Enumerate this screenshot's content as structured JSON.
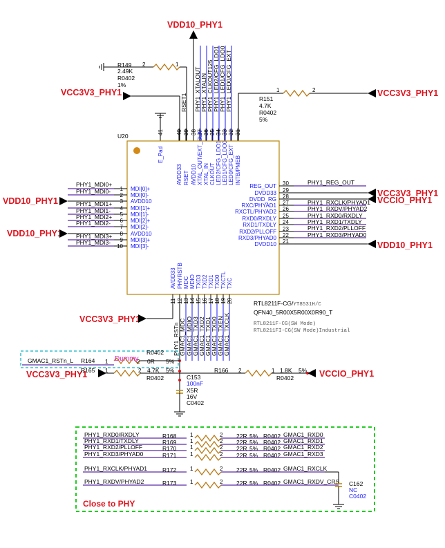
{
  "power": {
    "vdd10_top": "VDD10_PHY1",
    "vcc3v3_r149": "VCC3V3_PHY1",
    "vcc3v3_r151": "VCC3V3_PHY1",
    "vdd10_left1": "VDD10_PHY1",
    "vdd10_left2": "VDD10_PHY1",
    "vcc3v3_right": "VCC3V3_PHY1",
    "vccio_right": "VCCIO_PHY1",
    "vdd10_right": "VDD10_PHY1",
    "vcc3v3_rst": "VCC3V3_PHY1",
    "vccio_bottom": "VCCIO_PHY1",
    "vcc3v3_r165": "VCC3V3_PHY1"
  },
  "chip": {
    "ref": "U20",
    "part": "RTL8211F-CG/",
    "alt_part": "YT8531H/C",
    "package": "QFN40_5R00X5R00X0R90_T",
    "note1": "RTL8211F-CG(SW Mode)",
    "note2": "RTL8211FI-CG(SW Mode)Industrial",
    "top_pins": [
      {
        "num": "41",
        "name": "E_Pad"
      },
      {
        "num": "40",
        "name": "AVDD33"
      },
      {
        "num": "39",
        "name": "RSET"
      },
      {
        "num": "38",
        "name": "AVDD10"
      },
      {
        "num": "37",
        "name": "XTAL_OUT/EXT_CLK"
      },
      {
        "num": "36",
        "name": "XTAL_IN"
      },
      {
        "num": "35",
        "name": "CLKOUT"
      },
      {
        "num": "34",
        "name": "LED2/CFG_LDO1"
      },
      {
        "num": "33",
        "name": "LED1/CFG_LDO0"
      },
      {
        "num": "32",
        "name": "LED0/CFG_EXT"
      },
      {
        "num": "31",
        "name": "INTB/PMEB"
      }
    ],
    "left_pins": [
      {
        "num": "1",
        "name": "MDI[0]+"
      },
      {
        "num": "2",
        "name": "MDI[0]-"
      },
      {
        "num": "3",
        "name": "AVDD10"
      },
      {
        "num": "4",
        "name": "MDI[1]+"
      },
      {
        "num": "5",
        "name": "MDI[1]-"
      },
      {
        "num": "6",
        "name": "MDI[2]+"
      },
      {
        "num": "7",
        "name": "MDI[2]-"
      },
      {
        "num": "8",
        "name": "AVDD10"
      },
      {
        "num": "9",
        "name": "MDI[3]+"
      },
      {
        "num": "10",
        "name": "MDI[3]-"
      }
    ],
    "right_pins": [
      {
        "num": "30",
        "name": "REG_OUT"
      },
      {
        "num": "29",
        "name": "DVDD33"
      },
      {
        "num": "28",
        "name": "DVDD_RG"
      },
      {
        "num": "27",
        "name": "RXC/PHYAD1"
      },
      {
        "num": "26",
        "name": "RXCTL/PHYAD2"
      },
      {
        "num": "25",
        "name": "RXD0/RXDLY"
      },
      {
        "num": "24",
        "name": "RXD1/TXDLY"
      },
      {
        "num": "23",
        "name": "RXD2/PLLOFF"
      },
      {
        "num": "22",
        "name": "RXD3/PHYAD0"
      },
      {
        "num": "21",
        "name": "DVDD10"
      }
    ],
    "bottom_pins": [
      {
        "num": "11",
        "name": "AVDD33"
      },
      {
        "num": "12",
        "name": "PHYRSTB"
      },
      {
        "num": "13",
        "name": "MDC"
      },
      {
        "num": "14",
        "name": "MDIO"
      },
      {
        "num": "15",
        "name": "TXD3"
      },
      {
        "num": "16",
        "name": "TXD2"
      },
      {
        "num": "17",
        "name": "TXD1"
      },
      {
        "num": "18",
        "name": "TXD0"
      },
      {
        "num": "19",
        "name": "TXCTL"
      },
      {
        "num": "20",
        "name": "TXC"
      }
    ]
  },
  "top_nets": [
    "RSET1",
    "PHY1_XTALOUT",
    "PHY1_XTALIN",
    "PHY1_CLKOUT125",
    "PHY1_LED2/CFG_LDO1",
    "PHY1_LED1/CFG_LDO0",
    "PHY1_LED0/CFG_EXT"
  ],
  "left_nets": [
    "PHY1_MDI0+",
    "PHY1_MDI0-",
    "PHY1_MDI1+",
    "PHY1_MDI1-",
    "PHY1_MDI2+",
    "PHY1_MDI2-",
    "PHY1_MDI3+",
    "PHY1_MDI3-"
  ],
  "right_nets": [
    "PHY1_REG_OUT",
    "PHY1_RXCLK/PHYAD1",
    "PHY1_RXDV/PHYAD2",
    "PHY1_RXD0/RXDLY",
    "PHY1_RXD1/TXDLY",
    "PHY1_RXD2/PLLOFF",
    "PHY1_RXD3/PHYAD0"
  ],
  "bottom_nets": [
    "PHY1_RSTn",
    "GMAC1_MDC",
    "GMAC1_MDIO",
    "GMAC1_TXD3",
    "GMAC1_TXD2",
    "GMAC1_TXD1",
    "GMAC1_TXD0",
    "GMAC1_TXEN",
    "GMAC1_TXCLK"
  ],
  "r149": {
    "ref": "R149",
    "value": "2.49K",
    "pkg": "R0402",
    "tol": "1%",
    "pin2": "2",
    "pin1": "1"
  },
  "r151": {
    "ref": "R151",
    "value": "4.7K",
    "pkg": "R0402",
    "tol": "5%",
    "pin1": "1",
    "pin2": "2"
  },
  "r164": {
    "net": "GMAC1_RSTn_L",
    "ref": "R164",
    "pin1": "1",
    "label": "Dummy",
    "pin2": "2",
    "value": "0R",
    "tol": "5%",
    "pkg": "R0402"
  },
  "r165": {
    "ref": "R165",
    "pin1": "1",
    "pin2": "2",
    "value": "4.7K",
    "tol": "5%",
    "pkg": "R0402"
  },
  "r166": {
    "ref": "R166",
    "pin2": "2",
    "pin1": "1",
    "value": "1.8K",
    "tol": "5%",
    "pkg": "R0402"
  },
  "c153": {
    "ref": "C153",
    "value": "100nF",
    "dielectric": "X5R",
    "voltage": "16V",
    "pkg": "C0402"
  },
  "close_block": {
    "title": "Close to PHY",
    "rows": [
      {
        "from": "PHY1_RXD0/RXDLY",
        "ref": "R168",
        "p1": "1",
        "p2": "2",
        "value": "22R",
        "tol": "5%",
        "pkg": "R0402",
        "to": "GMAC1_RXD0"
      },
      {
        "from": "PHY1_RXD1/TXDLY",
        "ref": "R169",
        "p1": "1",
        "p2": "2",
        "value": "22R",
        "tol": "5%",
        "pkg": "R0402",
        "to": "GMAC1_RXD1"
      },
      {
        "from": "PHY1_RXD2/PLLOFF",
        "ref": "R170",
        "p1": "1",
        "p2": "2",
        "value": "22R",
        "tol": "5%",
        "pkg": "R0402",
        "to": "GMAC1_RXD2"
      },
      {
        "from": "PHY1_RXD3/PHYAD0",
        "ref": "R171",
        "p1": "1",
        "p2": "2",
        "value": "22R",
        "tol": "5%",
        "pkg": "R0402",
        "to": "GMAC1_RXD3"
      },
      {
        "from": "PHY1_RXCLK/PHYAD1",
        "ref": "R172",
        "p1": "1",
        "p2": "2",
        "value": "22R",
        "tol": "5%",
        "pkg": "R0402",
        "to": "GMAC1_RXCLK"
      },
      {
        "from": "PHY1_RXDV/PHYAD2",
        "ref": "R173",
        "p1": "1",
        "p2": "2",
        "value": "22R",
        "tol": "5%",
        "pkg": "R0402",
        "to": "GMAC1_RXDV_CRS"
      }
    ],
    "c162": {
      "ref": "C162",
      "value": "NC",
      "pkg": "C0402"
    }
  }
}
